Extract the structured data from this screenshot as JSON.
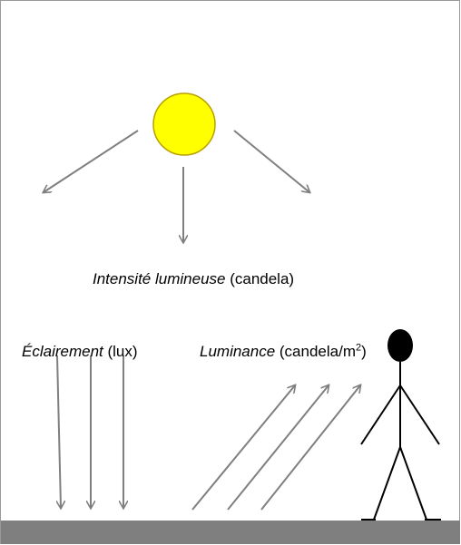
{
  "labels": {
    "intensity_term": "Intensité lumineuse",
    "intensity_unit": " (candela)",
    "illuminance_term": "Éclairement",
    "illuminance_unit": " (lux)",
    "luminance_term": "Luminance",
    "luminance_unit_base": " (candela/m",
    "luminance_unit_exp": "2",
    "luminance_unit_close": ")"
  },
  "colors": {
    "sun_fill": "#ffff00",
    "sun_stroke": "#b8a000",
    "arrow": "#7f7f7f",
    "ground": "#7f7f7f",
    "figure": "#000000",
    "border": "#999999"
  }
}
